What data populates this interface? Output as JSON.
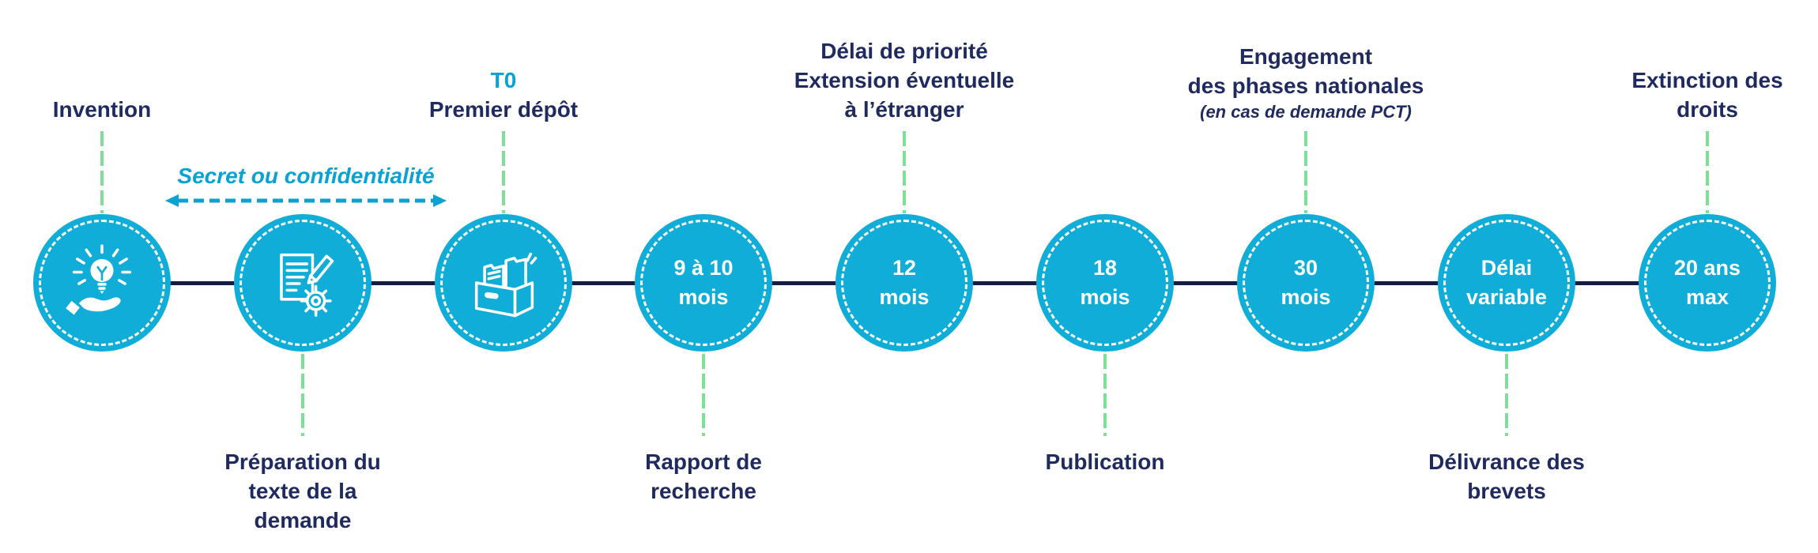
{
  "colors": {
    "circle": "#0fadd8",
    "accent": "#0aa2d3",
    "navy": "#1f2a5e",
    "green": "#7de096",
    "line": "#131c44"
  },
  "secret": {
    "label": "Secret ou confidentialité"
  },
  "nodes": [
    {
      "id": "invention",
      "icon": "lightbulb-hand-icon",
      "top": [
        "Invention"
      ]
    },
    {
      "id": "preparation",
      "icon": "document-pencil-gear-icon",
      "bottom": [
        "Préparation du",
        "texte de la",
        "demande"
      ]
    },
    {
      "id": "premier-depot",
      "icon": "file-box-icon",
      "top": [
        "T0",
        "Premier dépôt"
      ]
    },
    {
      "id": "rapport-recherche",
      "circle_lines": [
        "9 à 10",
        "mois"
      ],
      "bottom": [
        "Rapport de",
        "recherche"
      ]
    },
    {
      "id": "delai-priorite",
      "circle_lines": [
        "12",
        "mois"
      ],
      "top": [
        "Délai de priorité",
        "Extension éventuelle",
        "à l’étranger"
      ]
    },
    {
      "id": "publication",
      "circle_lines": [
        "18",
        "mois"
      ],
      "bottom": [
        "Publication"
      ]
    },
    {
      "id": "phases-nationales",
      "circle_lines": [
        "30",
        "mois"
      ],
      "top": [
        "Engagement",
        "des phases nationales",
        "(en cas de demande PCT)"
      ]
    },
    {
      "id": "delivrance",
      "circle_lines": [
        "Délai",
        "variable"
      ],
      "bottom": [
        "Délivrance des",
        "brevets"
      ]
    },
    {
      "id": "extinction",
      "circle_lines": [
        "20 ans",
        "max"
      ],
      "top": [
        "Extinction des",
        "droits"
      ]
    }
  ]
}
